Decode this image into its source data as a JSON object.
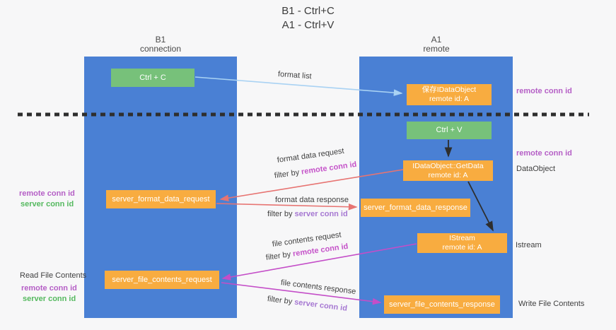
{
  "title": [
    "B1 - Ctrl+C",
    "A1 - Ctrl+V"
  ],
  "lanes": {
    "left": {
      "name": "B1",
      "role": "connection"
    },
    "right": {
      "name": "A1",
      "role": "remote"
    }
  },
  "boxes": {
    "ctrl_c": {
      "label": "Ctrl + C"
    },
    "save_dataobject": {
      "line1": "保存IDataObject",
      "line2": "remote id: A"
    },
    "ctrl_v": {
      "label": "Ctrl + V"
    },
    "getdata": {
      "line1": "IDataObject::GetData",
      "line2": "remote id: A"
    },
    "server_format_data_request": {
      "label": "server_format_data_request"
    },
    "server_format_data_response": {
      "label": "server_format_data_response"
    },
    "istream": {
      "line1": "IStream",
      "line2": "remote id: A"
    },
    "server_file_contents_request": {
      "label": "server_file_contents_request"
    },
    "server_file_contents_response": {
      "label": "server_file_contents_response"
    }
  },
  "flows": {
    "format_list": {
      "label": "format list"
    },
    "format_data_request": {
      "label": "format data request",
      "filter_prefix": "filter by ",
      "filter_key": "remote conn id"
    },
    "format_data_response": {
      "label": "format data response",
      "filter_prefix": "filter by ",
      "filter_key": "server conn id"
    },
    "file_contents_request": {
      "label": "file contents request",
      "filter_prefix": "filter by ",
      "filter_key": "remote conn id"
    },
    "file_contents_response": {
      "label": "file contents response",
      "filter_prefix": "filter by ",
      "filter_key": "server conn id"
    }
  },
  "annotations": {
    "right_remote_conn_id_top": "remote conn id",
    "right_remote_conn_id_mid": "remote conn id",
    "dataobject": "DataObject",
    "istream": "Istream",
    "write_file_contents": "Write File Contents",
    "left_remote_conn_id_top": "remote conn id",
    "left_server_conn_id_top": "server conn id",
    "read_file_contents": "Read File Contents",
    "left_remote_conn_id_bottom": "remote conn id",
    "left_server_conn_id_bottom": "server conn id"
  },
  "colors": {
    "lane_blue": "#4a80d4",
    "box_green": "#77c17a",
    "box_orange": "#f8ac40",
    "arrow_light_blue": "#a9d2f3",
    "arrow_salmon": "#e77472",
    "arrow_magenta": "#c44ec8",
    "arrow_black": "#2e2e2e",
    "label_purple": "#b55fc6",
    "label_green": "#55b95f",
    "label_violet": "#a678d2",
    "background": "#f7f7f8"
  }
}
